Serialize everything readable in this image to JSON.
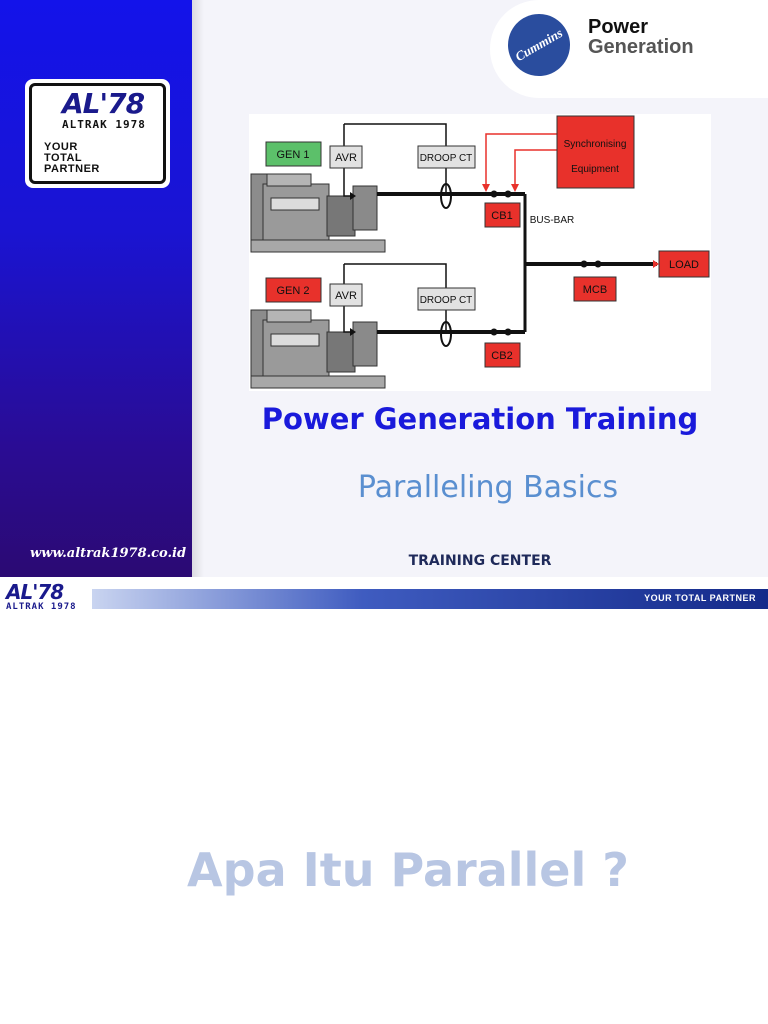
{
  "slide1": {
    "logo": {
      "mark": "AL'78",
      "sub": "ALTRAK 1978",
      "tagline": [
        "YOUR",
        "TOTAL",
        "PARTNER"
      ]
    },
    "website": "www.altrak1978.co.id",
    "brand": {
      "badge": "Cummins",
      "line1": "Power",
      "line2": "Generation"
    },
    "diagram": {
      "gen1": "GEN 1",
      "gen2": "GEN 2",
      "avr": "AVR",
      "droop_ct": "DROOP CT",
      "cb1": "CB1",
      "cb2": "CB2",
      "sync_line1": "Synchronising",
      "sync_line2": "Equipment",
      "bus_bar": "BUS-BAR",
      "mcb": "MCB",
      "load": "LOAD"
    },
    "title": "Power  Generation Training",
    "subtitle": "Paralleling Basics",
    "center_label": "TRAINING CENTER"
  },
  "slide2": {
    "header_mark": "AL'78",
    "header_sub": "ALTRAK 1978",
    "header_tag": "YOUR TOTAL PARTNER",
    "question": "Apa Itu Parallel ?"
  },
  "colors": {
    "sidebar_top": "#1313ea",
    "sidebar_bottom": "#2b0a73",
    "title": "#1a1adb",
    "subtitle": "#5a8fd0",
    "red_box": "#e8312b",
    "green_box": "#5cc06a",
    "question": "#b8c6e3"
  }
}
